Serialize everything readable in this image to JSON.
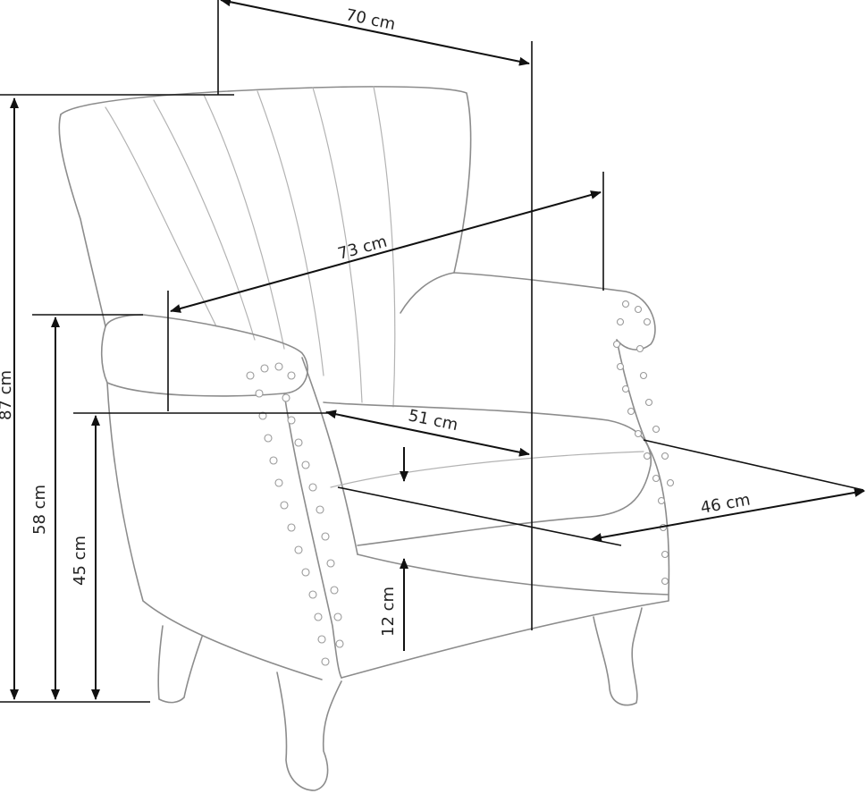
{
  "dimensions": {
    "overall_width": "70 cm",
    "overall_depth": "73 cm",
    "seat_depth": "51 cm",
    "seat_width": "46 cm",
    "total_height": "87 cm",
    "armrest_height": "58 cm",
    "seat_height": "45 cm",
    "cushion_thickness": "12 cm"
  },
  "colors": {
    "dimension_line": "#111111",
    "sketch_line": "#8c8c8c"
  }
}
